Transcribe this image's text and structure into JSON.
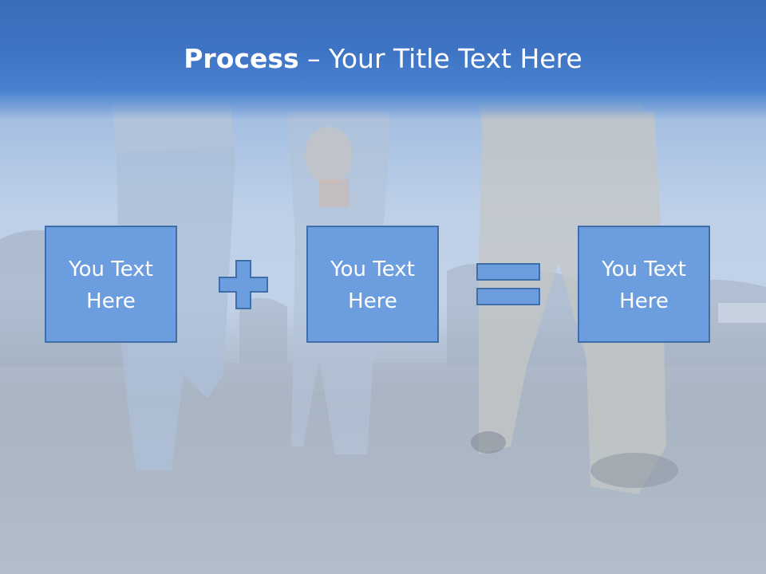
{
  "slide": {
    "title_bold": "Process",
    "title_rest": " – Your Title Text Here",
    "boxes": [
      {
        "text": "You Text\nHere"
      },
      {
        "text": "You Text\nHere"
      },
      {
        "text": "You Text\nHere"
      }
    ],
    "operators": [
      "plus-icon",
      "equals-icon"
    ],
    "colors": {
      "title_bar": "#3f75c5",
      "box_fill": "#6b9ddf",
      "box_border": "#3f6ea8",
      "text": "#ffffff"
    }
  }
}
